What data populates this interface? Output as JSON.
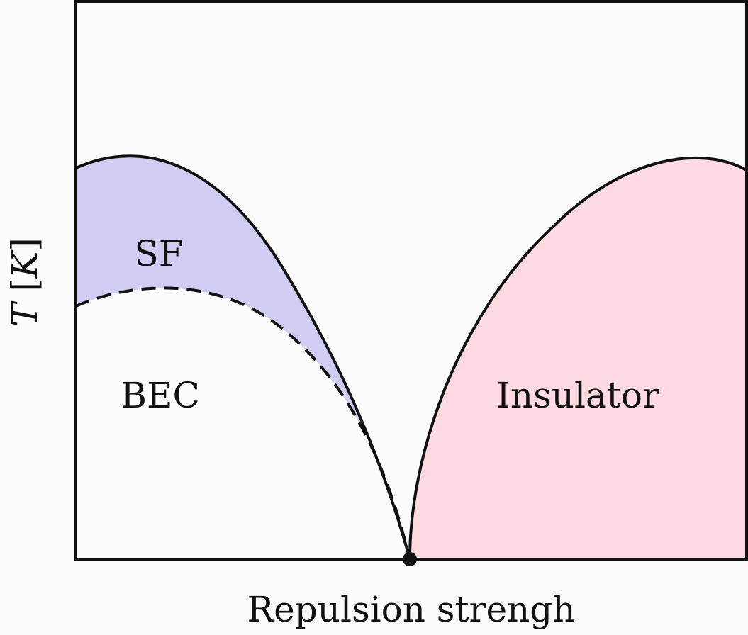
{
  "diagram": {
    "regions": {
      "sf": {
        "label": "SF",
        "fill": "#cfcdf1"
      },
      "bec": {
        "label": "BEC"
      },
      "insulator": {
        "label": "Insulator",
        "fill": "#fdd9e1"
      }
    },
    "axes": {
      "x_label": "Repulsion strengh",
      "y_label_symbol": "T",
      "y_label_unit_open": " [",
      "y_label_unit": "K",
      "y_label_unit_close": "]"
    },
    "colors": {
      "background": "#fbfbfb",
      "line": "#111111"
    }
  }
}
